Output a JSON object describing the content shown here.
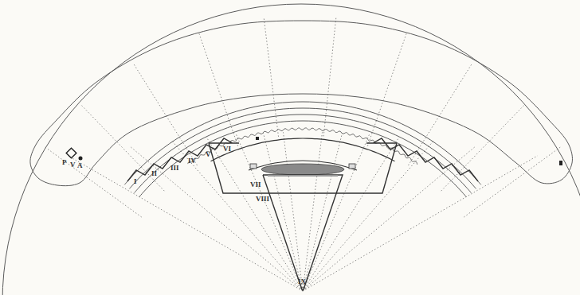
{
  "diagram": {
    "labels": [
      "P",
      "V",
      "A",
      "I",
      "II",
      "III",
      "IV",
      "V",
      "VI",
      "VII",
      "VIII",
      "IX"
    ]
  }
}
